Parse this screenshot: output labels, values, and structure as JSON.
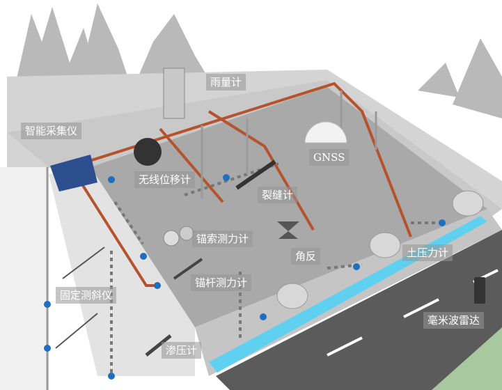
{
  "title": "边坡监测系统示意图",
  "labels": {
    "rain_gauge": "雨量计",
    "data_logger": "智能采集仪",
    "gnss": "GNSS",
    "wireless_displacement": "无线位移计",
    "crack_meter": "裂缝计",
    "anchor_cable_dynamometer": "锚索测力计",
    "corner_reflector": "角反",
    "earth_pressure_cell": "土压力计",
    "anchor_rod_dynamometer": "锚杆测力计",
    "fixed_inclinometer": "固定测斜仪",
    "mmwave_radar": "毫米波雷达",
    "piezometer": "渗压计"
  },
  "colors": {
    "cable": "#b5532e",
    "node": "#1f6fc0",
    "water_strip": "#5fd0f0",
    "road": "#5b5b5b"
  }
}
